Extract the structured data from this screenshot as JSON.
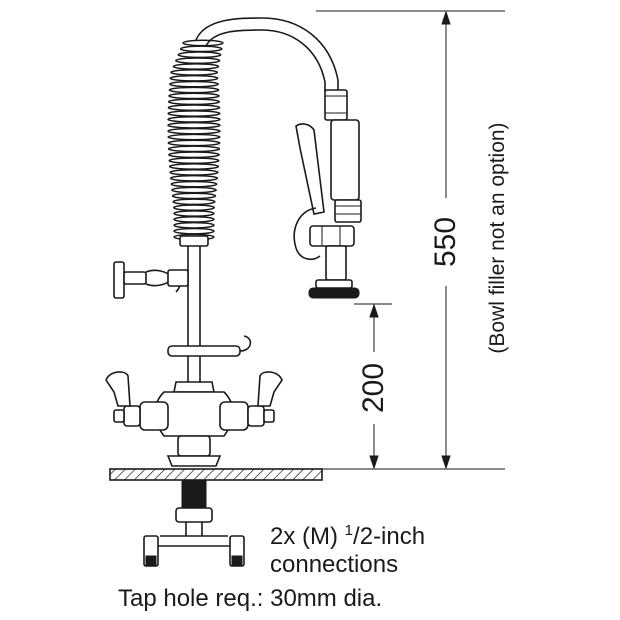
{
  "dimensions": {
    "height_total": "550",
    "height_outlet": "200",
    "note": "(Bowl filler not an option)"
  },
  "labels": {
    "connections_prefix": "2x (M) ",
    "fraction_num": "1",
    "fraction_sep": "/",
    "fraction_den": "2",
    "connections_suffix": "-inch",
    "connections_line2": "connections",
    "tap_hole": "Tap hole req.: 30mm dia."
  },
  "colors": {
    "ink": "#1a1a1a",
    "paper": "#ffffff"
  }
}
